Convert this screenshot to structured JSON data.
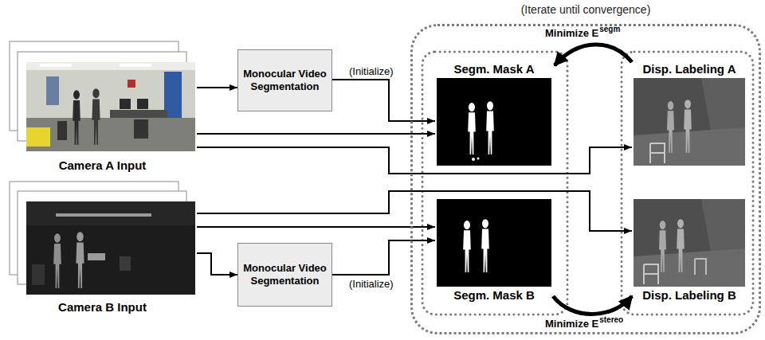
{
  "diagram": {
    "nodes": [
      {
        "text": [
          "Camera A Input"
        ]
      },
      {
        "text": [
          "Monocular Video Segmentation"
        ]
      },
      {
        "text": [
          "Camera B Input"
        ]
      },
      {
        "text": [
          "Monocular Video Segmentation"
        ]
      },
      {
        "text": [
          "(Iterate until convergence)"
        ]
      },
      {
        "text": [
          "Segm. Mask A"
        ],
        "in": 4
      },
      {
        "text": [
          "Disp. Labeling A"
        ],
        "in": 4
      },
      {
        "text": [
          "Segm. Mask B"
        ],
        "in": 4
      },
      {
        "text": [
          "Disp. Labeling B"
        ],
        "in": 4
      }
    ],
    "edges": [
      {
        "from": 0,
        "to": 1,
        "arrow": "to"
      },
      {
        "from": 1,
        "to": 5,
        "label": "(Initialize)",
        "arrow": "to"
      },
      {
        "from": 0,
        "to": 5,
        "arrow": "to"
      },
      {
        "from": 0,
        "to": 6,
        "arrow": "to"
      },
      {
        "from": 2,
        "to": 8,
        "arrow": "to"
      },
      {
        "from": 2,
        "to": 7,
        "arrow": "to"
      },
      {
        "from": 2,
        "to": 3,
        "arrow": "to"
      },
      {
        "from": 3,
        "to": 7,
        "label": "(Initialize)",
        "arrow": "to"
      },
      {
        "from": 6,
        "to": 5,
        "label": "Minimize E",
        "arrow": "to"
      },
      {
        "from": 7,
        "to": 8,
        "label": "Minimize E",
        "arrow": "to"
      }
    ],
    "labels": [
      "segm",
      "stereo"
    ]
  }
}
